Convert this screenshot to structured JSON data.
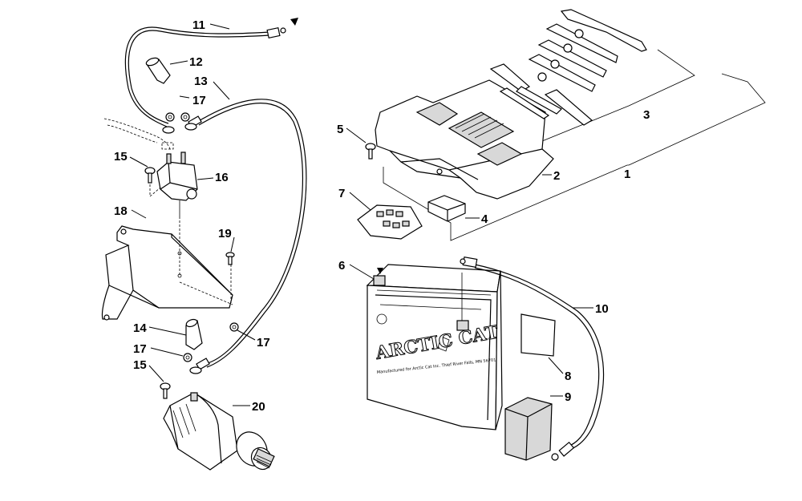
{
  "callouts": [
    {
      "num": "1"
    },
    {
      "num": "2"
    },
    {
      "num": "3"
    },
    {
      "num": "4"
    },
    {
      "num": "5"
    },
    {
      "num": "6"
    },
    {
      "num": "7"
    },
    {
      "num": "8"
    },
    {
      "num": "9"
    },
    {
      "num": "10"
    },
    {
      "num": "11"
    },
    {
      "num": "12"
    },
    {
      "num": "13"
    },
    {
      "num": "14"
    },
    {
      "num": "15"
    },
    {
      "num": "15"
    },
    {
      "num": "16"
    },
    {
      "num": "17"
    },
    {
      "num": "17"
    },
    {
      "num": "17"
    },
    {
      "num": "18"
    },
    {
      "num": "19"
    },
    {
      "num": "20"
    }
  ],
  "battery": {
    "brand": "ARCTIC CAT",
    "fine_print": "Manufactured for Arctic Cat Inc. Thief River Falls, MN 56701"
  }
}
